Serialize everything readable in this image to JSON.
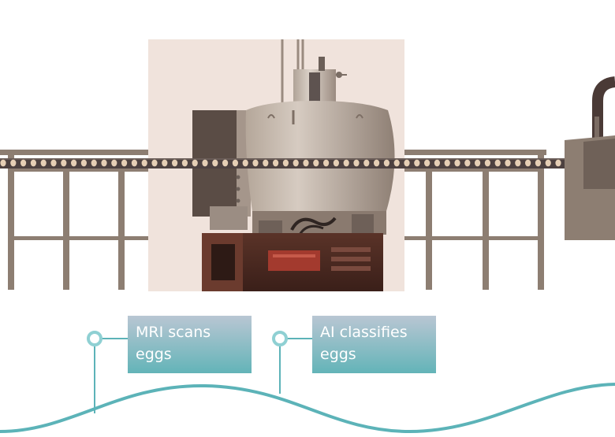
{
  "steps": [
    {
      "line1": "MRI scans",
      "line2": "eggs"
    },
    {
      "line1": "AI classifies",
      "line2": "eggs"
    }
  ],
  "colors": {
    "teal": "#5cb3b8",
    "label_top": "#b9c6d3",
    "label_bottom": "#63b4b8",
    "frame": "#8d7e72",
    "machine_bg": "#f0e3dc",
    "drum": "#a8988b",
    "base": "#4a2a22"
  },
  "icons": [
    "mri-machine-icon",
    "conveyor-belt-icon",
    "sorting-machine-icon",
    "egg-icon"
  ]
}
